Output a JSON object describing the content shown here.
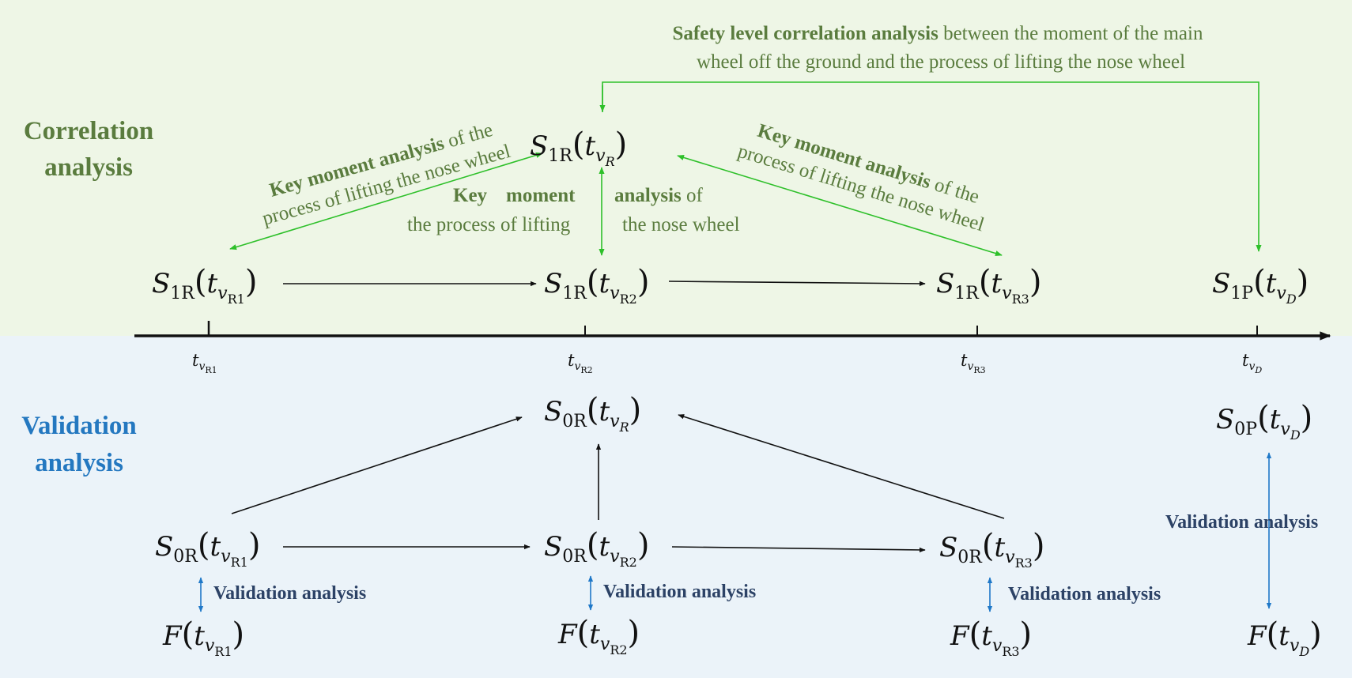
{
  "colors": {
    "top_band": "#eef6e6",
    "bottom_band": "#ebf3f9",
    "green_text": "#5a7c3e",
    "green_arrow": "#2ec02a",
    "blue_title": "#2478c0",
    "blue_arrow": "#1f78c8",
    "navy_text": "#2c4266",
    "black": "#111111"
  },
  "sections": {
    "correlation_line1": "Correlation",
    "correlation_line2": "analysis",
    "validation_line1": "Validation",
    "validation_line2": "analysis"
  },
  "annotations": {
    "safety_bold": "Safety level correlation analysis",
    "safety_rest1": " between the moment of the main",
    "safety_line2": "wheel off the ground and the process of lifting the nose wheel",
    "key_left_bold": "Key moment analysis",
    "key_left_rest": " of the",
    "key_left_line2": "process of lifting the nose wheel",
    "key_mid_bold1": "Key",
    "key_mid_bold2": "moment",
    "key_mid_bold3": "analysis",
    "key_mid_rest": " of",
    "key_mid_line2a": "the process of lifting",
    "key_mid_line2b": "the nose wheel",
    "key_right_bold": "Key moment analysis",
    "key_right_rest": " of the",
    "key_right_line2": "process of lifting the nose wheel",
    "validation_label": "Validation analysis"
  },
  "axis_ticks": [
    {
      "main": "t",
      "sub": "v",
      "subsub": "R1"
    },
    {
      "main": "t",
      "sub": "v",
      "subsub": "R2"
    },
    {
      "main": "t",
      "sub": "v",
      "subsub": "R3"
    },
    {
      "main": "t",
      "sub": "v",
      "subsub": "D"
    }
  ],
  "nodes": {
    "s1r_top": {
      "main": "S",
      "sub": "1R",
      "arg_sub": "v",
      "arg_subsub": "R"
    },
    "s1r_r1": {
      "main": "S",
      "sub": "1R",
      "arg_sub": "v",
      "arg_subsub": "R1"
    },
    "s1r_r2": {
      "main": "S",
      "sub": "1R",
      "arg_sub": "v",
      "arg_subsub": "R2"
    },
    "s1r_r3": {
      "main": "S",
      "sub": "1R",
      "arg_sub": "v",
      "arg_subsub": "R3"
    },
    "s1p_d": {
      "main": "S",
      "sub": "1P",
      "arg_sub": "v",
      "arg_subsub": "D"
    },
    "s0r_top": {
      "main": "S",
      "sub": "0R",
      "arg_sub": "v",
      "arg_subsub": "R"
    },
    "s0p_d": {
      "main": "S",
      "sub": "0P",
      "arg_sub": "v",
      "arg_subsub": "D"
    },
    "s0r_r1": {
      "main": "S",
      "sub": "0R",
      "arg_sub": "v",
      "arg_subsub": "R1"
    },
    "s0r_r2": {
      "main": "S",
      "sub": "0R",
      "arg_sub": "v",
      "arg_subsub": "R2"
    },
    "s0r_r3": {
      "main": "S",
      "sub": "0R",
      "arg_sub": "v",
      "arg_subsub": "R3"
    },
    "f_r1": {
      "main": "F",
      "sub": "",
      "arg_sub": "v",
      "arg_subsub": "R1"
    },
    "f_r2": {
      "main": "F",
      "sub": "",
      "arg_sub": "v",
      "arg_subsub": "R2"
    },
    "f_r3": {
      "main": "F",
      "sub": "",
      "arg_sub": "v",
      "arg_subsub": "R3"
    },
    "f_d": {
      "main": "F",
      "sub": "",
      "arg_sub": "v",
      "arg_subsub": "D"
    }
  }
}
